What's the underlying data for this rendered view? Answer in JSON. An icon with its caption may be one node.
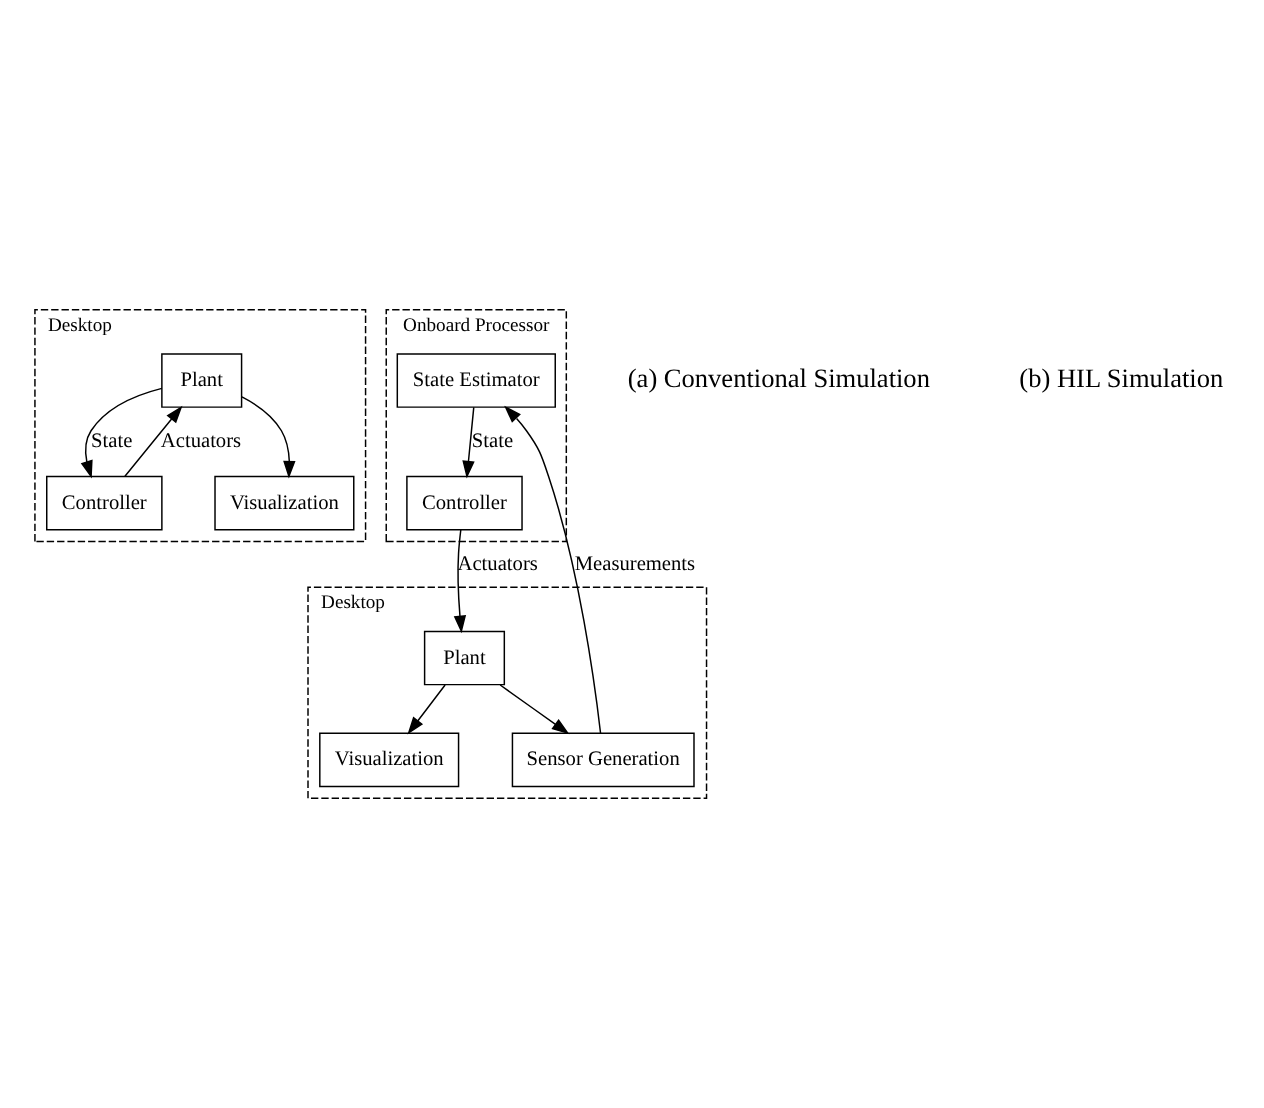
{
  "diagram": {
    "nodes": [
      {
        "text": [
          "Desktop"
        ]
      },
      {
        "text": [
          "Visualization"
        ],
        "in": 0
      },
      {
        "text": [
          "Controller"
        ],
        "in": 0
      },
      {
        "text": [
          "Plant"
        ],
        "in": 0
      },
      {
        "text": [
          "Onboard Processor"
        ]
      },
      {
        "text": [
          "Desktop"
        ]
      },
      {
        "text": [
          "Controller"
        ],
        "in": 4
      },
      {
        "text": [
          "Plant"
        ],
        "in": 5
      },
      {
        "text": [
          "Visualization"
        ],
        "in": 5
      },
      {
        "text": [
          "State Estimator"
        ],
        "in": 4
      },
      {
        "text": [
          "Sensor Generation"
        ],
        "in": 5
      }
    ],
    "edges": [
      {
        "from": 2,
        "to": 3,
        "arrow": "to",
        "label": "Actuators"
      },
      {
        "from": 3,
        "to": 1,
        "arrow": "to"
      },
      {
        "from": 3,
        "to": 2,
        "arrow": "to",
        "label": "State"
      },
      {
        "from": 6,
        "to": 7,
        "arrow": "to",
        "label": "Actuators"
      },
      {
        "from": 7,
        "to": 8,
        "arrow": "to"
      },
      {
        "from": 7,
        "to": 10,
        "arrow": "to"
      },
      {
        "from": 10,
        "to": 9,
        "arrow": "to",
        "label": "Measurements"
      },
      {
        "from": 9,
        "to": 6,
        "arrow": "to",
        "label": "State"
      }
    ],
    "labels": [
      "(a) Conventional Simulation",
      "(b) HIL Simulation"
    ]
  }
}
